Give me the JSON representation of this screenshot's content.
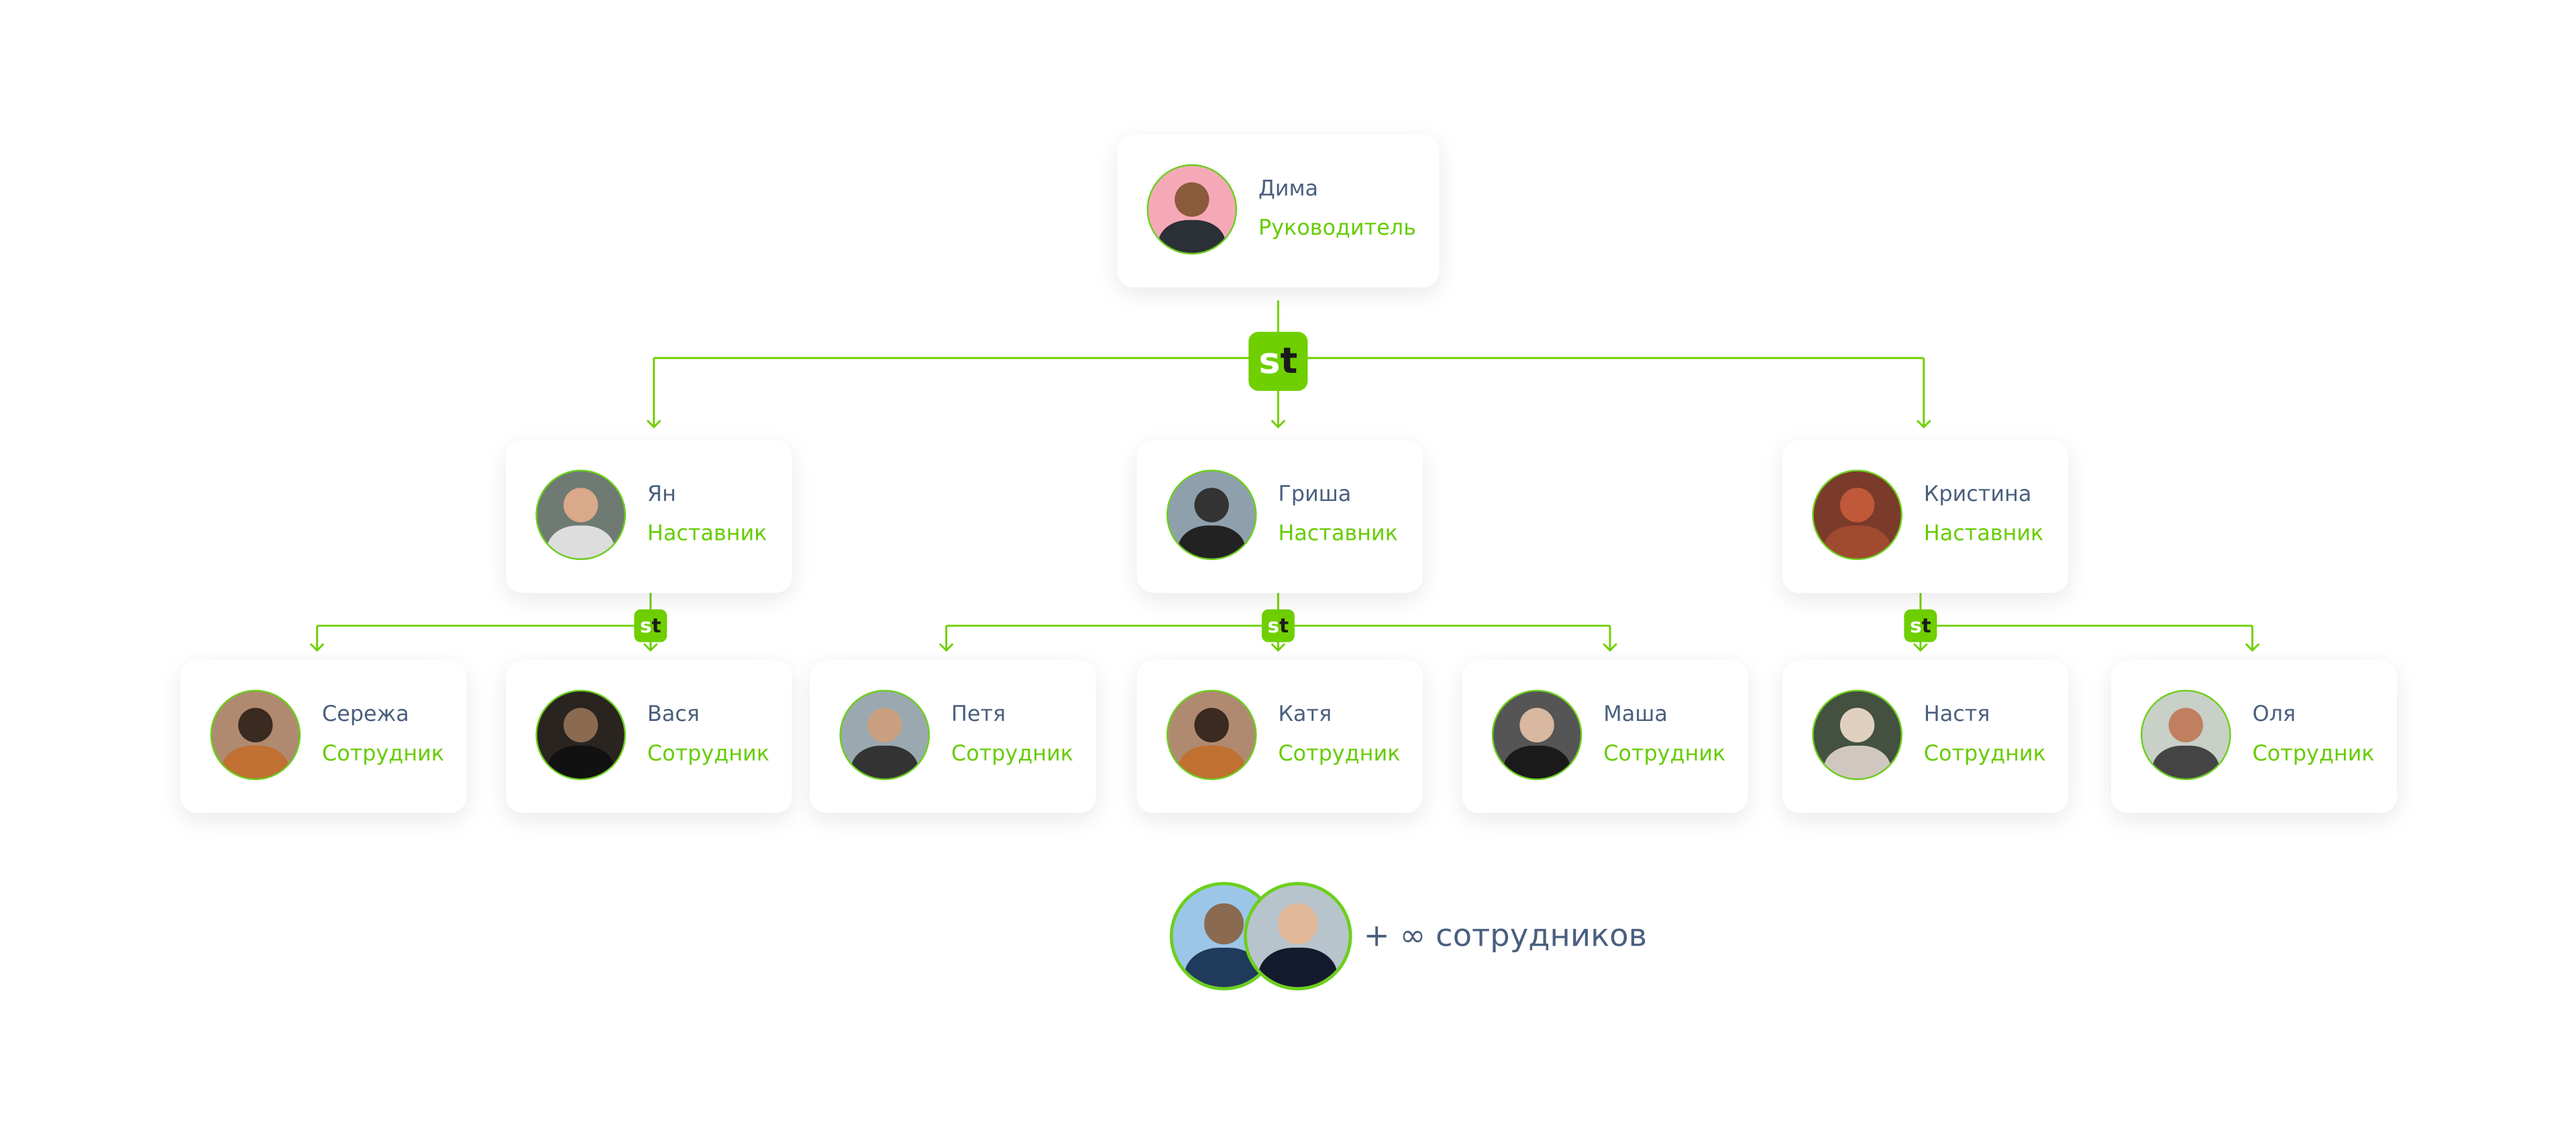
{
  "brand": {
    "logo_s": "s",
    "logo_t": "t",
    "accent": "#6fcf00",
    "name_color": "#4a5f7e"
  },
  "head": {
    "name": "Дима",
    "role": "Руководитель"
  },
  "mentors": [
    {
      "name": "Ян",
      "role": "Наставник"
    },
    {
      "name": "Гриша",
      "role": "Наставник"
    },
    {
      "name": "Кристина",
      "role": "Наставник"
    }
  ],
  "employees": [
    {
      "name": "Сережа",
      "role": "Сотрудник"
    },
    {
      "name": "Вася",
      "role": "Сотрудник"
    },
    {
      "name": "Петя",
      "role": "Сотрудник"
    },
    {
      "name": "Катя",
      "role": "Сотрудник"
    },
    {
      "name": "Маша",
      "role": "Сотрудник"
    },
    {
      "name": "Настя",
      "role": "Сотрудник"
    },
    {
      "name": "Оля",
      "role": "Сотрудник"
    }
  ],
  "footer": {
    "more_label": "+ ∞ сотрудников"
  }
}
